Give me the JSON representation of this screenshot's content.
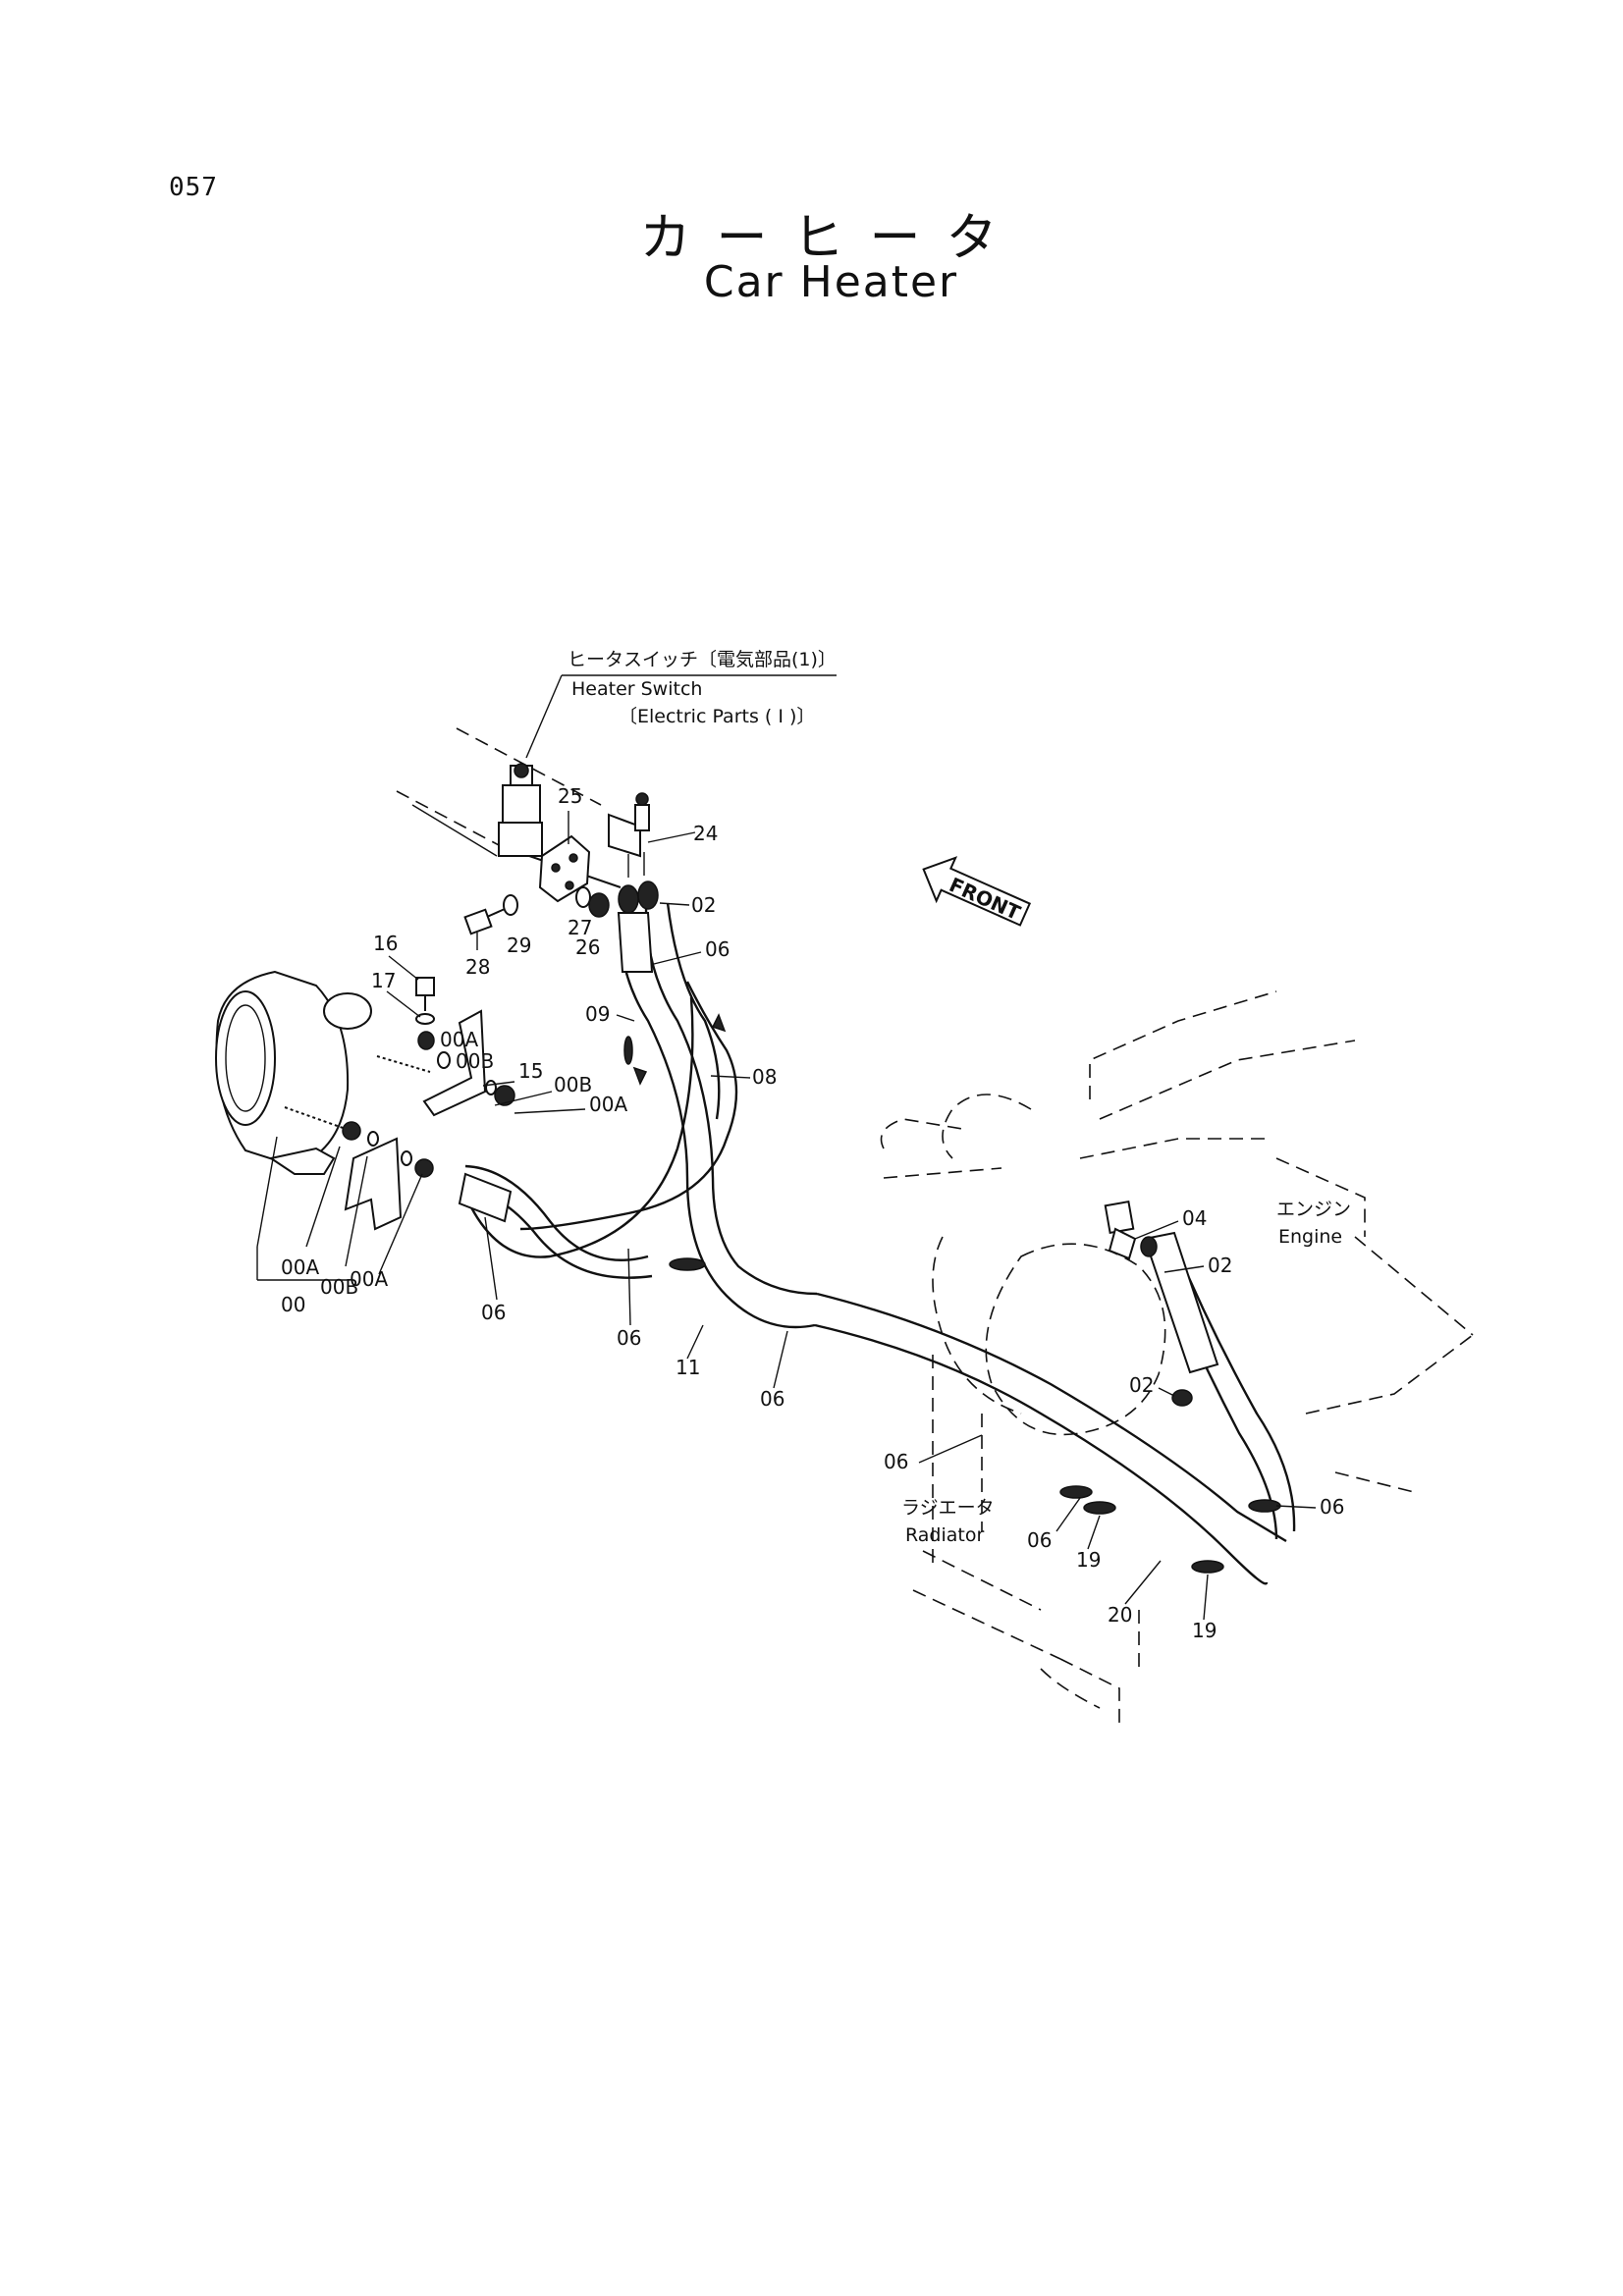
{
  "page_number": "057",
  "title_jp": "カーヒータ",
  "title_en": "Car Heater",
  "heater_switch": {
    "jp": "ヒータスイッチ〔電気部品(1)〕",
    "en": "Heater Switch",
    "ref": "〔Electric  Parts ( I )〕"
  },
  "front_label": "FRONT",
  "engine": {
    "jp": "エンジン",
    "en": "Engine"
  },
  "radiator": {
    "jp": "ラジエータ",
    "en": "Radiator"
  },
  "callouts": {
    "c25": "25",
    "c24": "24",
    "c02a": "02",
    "c06a": "06",
    "c16": "16",
    "c17": "17",
    "c28": "28",
    "c29": "29",
    "c27": "27",
    "c26": "26",
    "c09": "09",
    "c08": "08",
    "c00A1": "00A",
    "c00B1": "00B",
    "c15": "15",
    "c00B2": "00B",
    "c00A2": "00A",
    "c00A3": "00A",
    "c00B3": "00B",
    "c00A4": "00A",
    "c00": "00",
    "c06b": "06",
    "c06c": "06",
    "c11": "11",
    "c06d": "06",
    "c04": "04",
    "c02b": "02",
    "c02c": "02",
    "c06e": "06",
    "c06f": "06",
    "c06g": "06",
    "c19a": "19",
    "c20": "20",
    "c19b": "19"
  }
}
